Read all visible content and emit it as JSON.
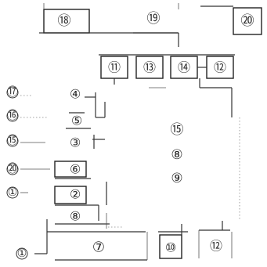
{
  "diagram": {
    "labels": {
      "top_left_box": "⑱",
      "top_center": "⑲",
      "top_right_box": "⑳",
      "row_box_1": "⑪",
      "row_box_2": "⑬",
      "row_box_3": "⑭",
      "row_box_4": "⑫",
      "col_1": "④",
      "col_2": "⑤",
      "col_3": "③",
      "col_4": "⑥",
      "col_5": "②",
      "col_6": "⑧",
      "left_1": "⑰",
      "left_2": "⑯",
      "left_3": "⑮",
      "left_4": "⑳",
      "left_5": "①",
      "left_bottom": "①",
      "center_1": "⑮",
      "center_2": "⑧",
      "center_3": "⑨",
      "bottom_wide_box": "⑦",
      "bottom_box_1": "⑩",
      "bottom_box_2": "⑫"
    }
  }
}
